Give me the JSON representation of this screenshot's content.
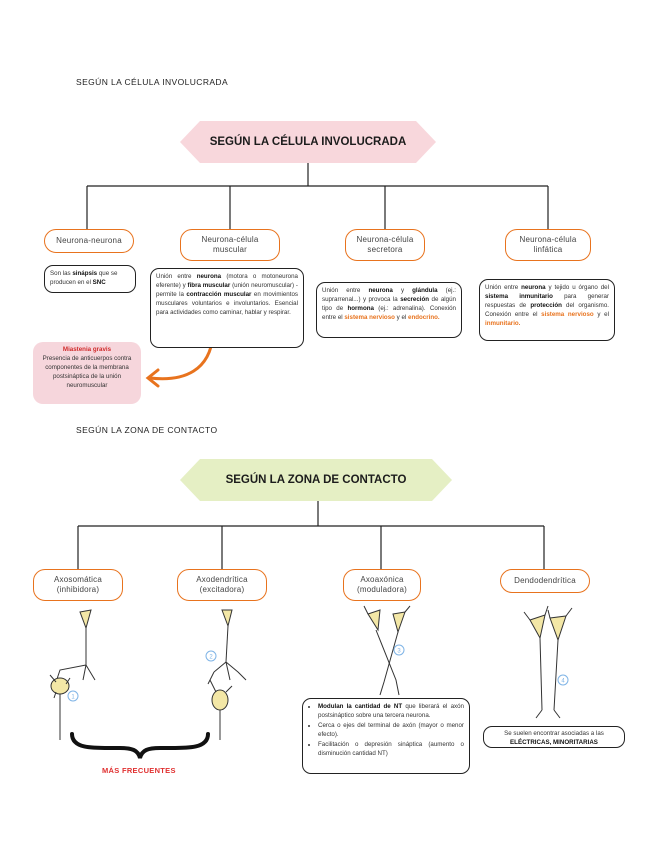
{
  "section1": {
    "label": "SEGÚN LA CÉLULA INVOLUCRADA",
    "banner": "SEGÚN LA CÉLULA INVOLUCRADA",
    "nodes": [
      {
        "label": "Neurona-neurona"
      },
      {
        "label": "Neurona-célula muscular"
      },
      {
        "label": "Neurona-célula secretora"
      },
      {
        "label": "Neurona-célula linfática"
      }
    ],
    "notes": {
      "nn": [
        "Son las ",
        "sinápsis",
        " que se producen en el ",
        "SNC"
      ],
      "nm": [
        "Unión entre ",
        "neurona",
        " (motora o motoneurona eferente) y ",
        "fibra muscular",
        " (unión neuromuscular) - permite la ",
        "contracción muscular",
        " en movimientos musculares voluntarios e involuntarios. Esencial para actividades como caminar, hablar y respirar."
      ],
      "ns": [
        "Unión entre ",
        "neurona",
        " y ",
        "glándula",
        " (ej.: suprarrenal...) y provoca la ",
        "secreción",
        " de algún tipo de ",
        "hormona",
        " (ej.: adrenalina). Conexión entre el ",
        "sistema nervioso",
        " y el ",
        "endocrino."
      ],
      "nl": [
        "Unión entre ",
        "neurona",
        " y tejido u órgano del ",
        "sistema inmunitario",
        " para generar respuestas de ",
        "protección",
        " del organismo. Conexión entre el ",
        "sistema nervioso",
        " y el ",
        "inmunitario."
      ]
    },
    "pink": {
      "title": "Miastenia gravis",
      "body": "Presencia de anticuerpos contra componentes de la membrana postsináptica de la unión neuromuscular"
    }
  },
  "section2": {
    "label": "SEGÚN LA ZONA DE CONTACTO",
    "banner": "SEGÚN LA ZONA DE CONTACTO",
    "nodes": [
      {
        "label": "Axosomática (inhibidora)"
      },
      {
        "label": "Axodendrítica (excitadora)"
      },
      {
        "label": "Axoaxónica (moduladora)"
      },
      {
        "label": "Dendodendrítica"
      }
    ],
    "axo_bullets": [
      [
        "Modulan la cantidad de NT",
        " que liberará el axón postsináptico sobre una tercera neurona."
      ],
      [
        "Cerca o ejes del terminal de axón (mayor o menor efecto).",
        ""
      ],
      [
        "Facilitación o depresión sináptica",
        " (aumento o disminución cantidad NT)"
      ]
    ],
    "dendo_note": [
      "Se suelen encontrar asociadas a las ",
      "ELÉCTRICAS, MINORITARIAS"
    ],
    "freq_label": "MÁS FRECUENTES",
    "markers": [
      "1",
      "2",
      "3",
      "4"
    ]
  },
  "colors": {
    "orange": "#e8731e",
    "pink_banner": "#f8d7dc",
    "green_banner": "#e5efc4",
    "pink_box": "#f6d6dc",
    "red": "#d02a2a",
    "neuron_fill": "#f3e7a6",
    "marker_blue": "#7fb4e6"
  }
}
